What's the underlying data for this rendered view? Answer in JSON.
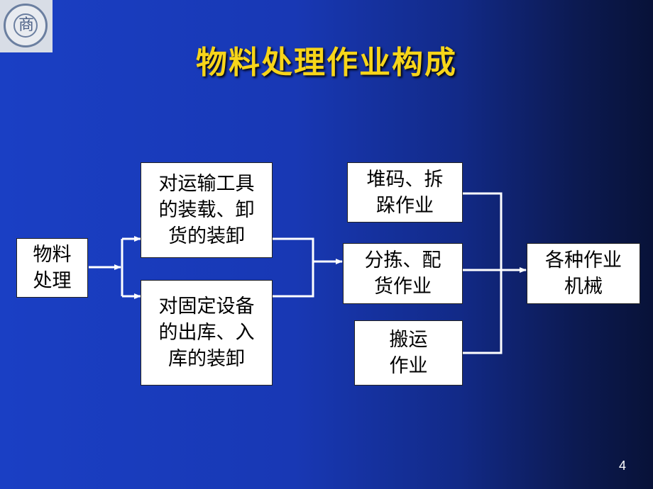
{
  "title": "物料处理作业构成",
  "page_number": "4",
  "boxes": {
    "root": [
      "物料",
      "处理"
    ],
    "transport": [
      "对运输工具",
      "的装载、卸",
      "货的装卸"
    ],
    "fixed": [
      "对固定设备",
      "的出库、入",
      "库的装卸"
    ],
    "stack": [
      "堆码、拆",
      "跺作业"
    ],
    "sort": [
      "分拣、配",
      "货作业"
    ],
    "carry": [
      "搬运",
      "作业"
    ],
    "machine": [
      "各种作业",
      "机械"
    ]
  },
  "colors": {
    "title": "#f7d51a",
    "line": "#ffffff",
    "box": "#ffffff"
  }
}
